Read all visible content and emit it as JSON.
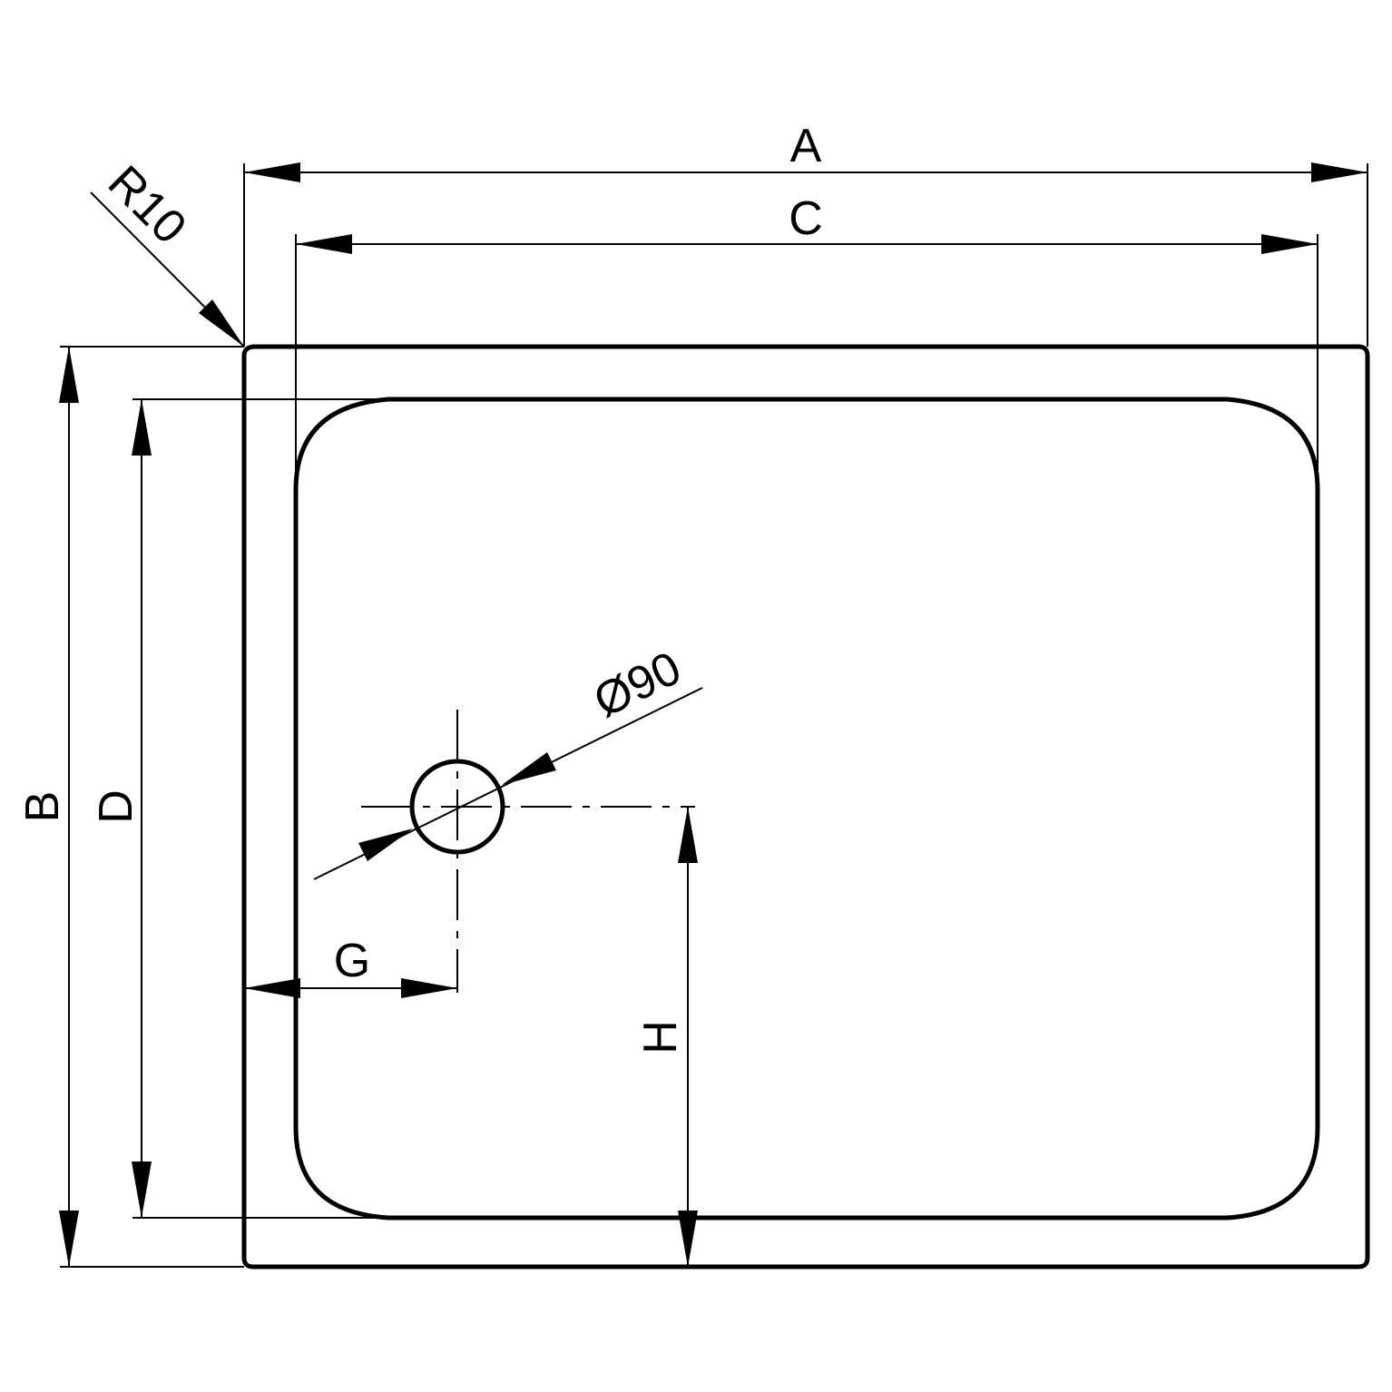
{
  "labels": {
    "A": "A",
    "C": "C",
    "B": "B",
    "D": "D",
    "G": "G",
    "H": "H",
    "radius": "R10",
    "diameter": "Ø90"
  },
  "colors": {
    "stroke": "#000000",
    "background": "#ffffff"
  }
}
